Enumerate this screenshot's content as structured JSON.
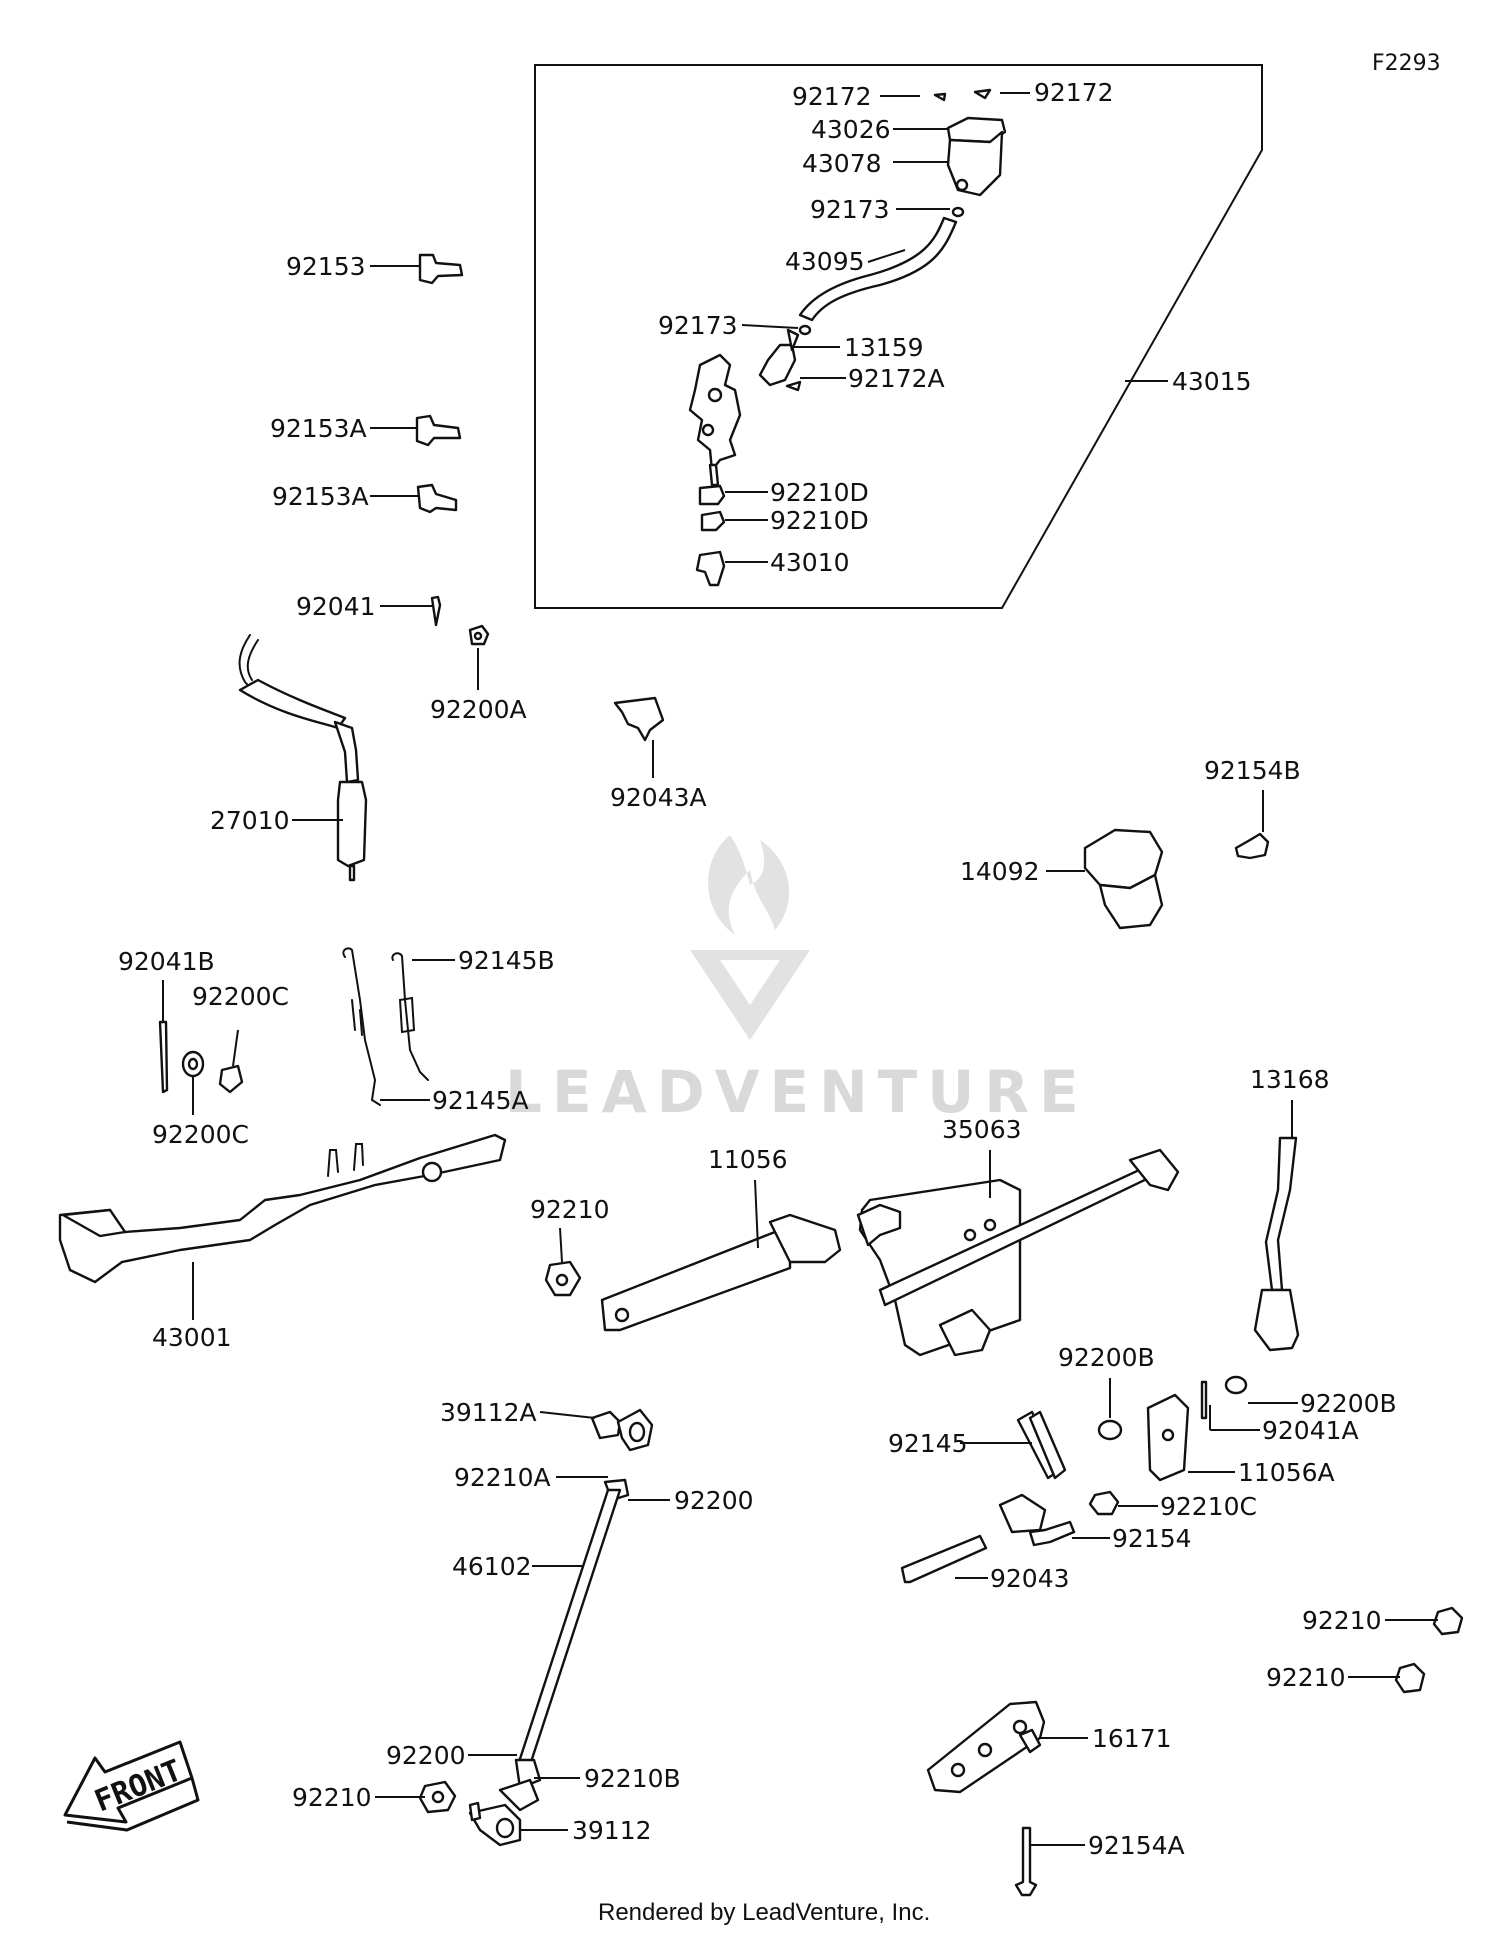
{
  "diagram_code": "F2293",
  "watermark": "LEADVENTURE",
  "footer": "Rendered by LeadVenture, Inc.",
  "front_label": "FRONT",
  "labels": {
    "l92172a": "92172",
    "l92172b": "92172",
    "l43026": "43026",
    "l43078": "43078",
    "l92173a": "92173",
    "l43095": "43095",
    "l92173b": "92173",
    "l13159": "13159",
    "l92172A": "92172A",
    "l43015": "43015",
    "l92210Da": "92210D",
    "l92210Db": "92210D",
    "l43010": "43010",
    "l92153": "92153",
    "l92153Aa": "92153A",
    "l92153Ab": "92153A",
    "l92041": "92041",
    "l92200A": "92200A",
    "l92043A": "92043A",
    "l27010": "27010",
    "l92154B": "92154B",
    "l14092": "14092",
    "l92041B": "92041B",
    "l92200Ca": "92200C",
    "l92200Cb": "92200C",
    "l92145B": "92145B",
    "l92145A": "92145A",
    "l43001": "43001",
    "l92210a": "92210",
    "l11056": "11056",
    "l35063": "35063",
    "l13168": "13168",
    "l92200Ba": "92200B",
    "l92200Bb": "92200B",
    "l92041A": "92041A",
    "l39112A": "39112A",
    "l92210A": "92210A",
    "l92200a": "92200",
    "l46102": "46102",
    "l92145": "92145",
    "l11056A": "11056A",
    "l92210C": "92210C",
    "l92154": "92154",
    "l92043": "92043",
    "l92210b": "92210",
    "l92210c": "92210",
    "l92200b": "92200",
    "l92210B": "92210B",
    "l92210d": "92210",
    "l39112": "39112",
    "l16171": "16171",
    "l92154A": "92154A"
  }
}
